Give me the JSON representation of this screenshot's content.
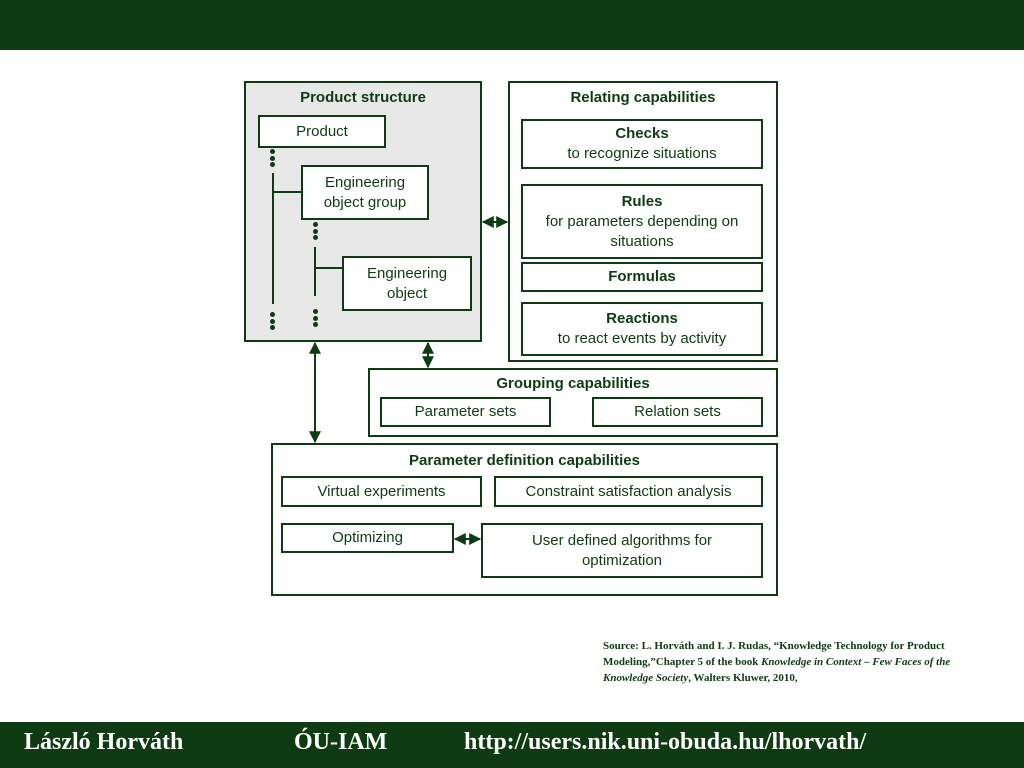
{
  "title": "Expert-like  capabilities",
  "product_structure": {
    "heading": "Product structure",
    "product": "Product",
    "group_line1": "Engineering",
    "group_line2": "object group",
    "object_line1": "Engineering",
    "object_line2": "object"
  },
  "relating": {
    "heading": "Relating capabilities",
    "checks_title": "Checks",
    "checks_desc": "to recognize situations",
    "rules_title": "Rules",
    "rules_desc1": "for parameters depending on",
    "rules_desc2": "situations",
    "formulas_title": "Formulas",
    "reactions_title": "Reactions",
    "reactions_desc": "to  react events by activity"
  },
  "grouping": {
    "heading": "Grouping capabilities",
    "parameter_sets": "Parameter sets",
    "relation_sets": "Relation sets"
  },
  "parameter_definition": {
    "heading": "Parameter definition capabilities",
    "virtual_experiments": "Virtual experiments",
    "constraint_analysis": "Constraint satisfaction analysis",
    "optimizing": "Optimizing",
    "user_defined_line1": "User defined algorithms for",
    "user_defined_line2": "optimization"
  },
  "source": {
    "prefix": "Source: L. Horváth and I. J. Rudas, “Knowledge Technology for Product Modeling,”Chapter 5 of the book ",
    "book": "Knowledge in Context – Few Faces of the Knowledge Society",
    "suffix": ", Walters Kluwer, 2010,"
  },
  "footer": {
    "author": "László Horváth",
    "institution": "ÓU-IAM",
    "url": "http://users.nik.uni-obuda.hu/lhorvath/"
  },
  "colors": {
    "primary": "#0e3b12",
    "panel_gray": "#e8e8e8",
    "background": "#ffffff"
  }
}
